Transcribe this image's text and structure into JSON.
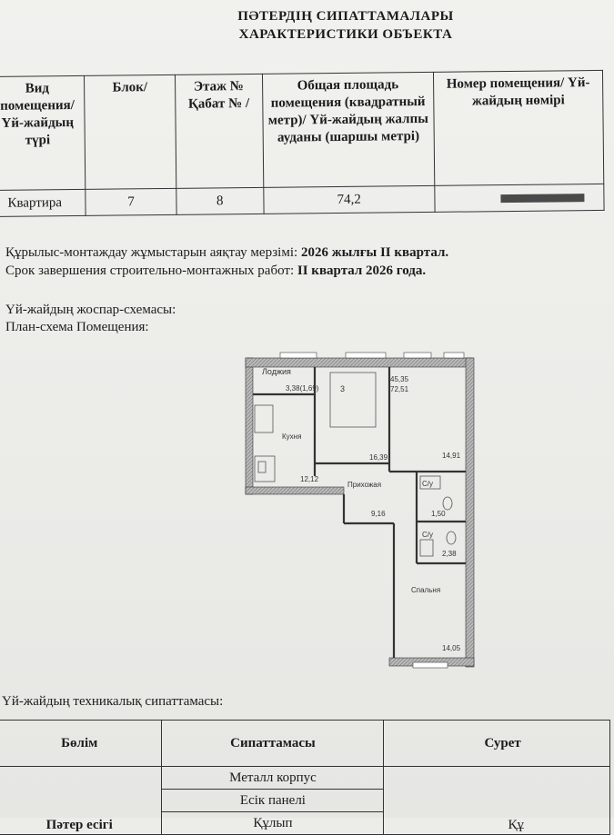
{
  "header": {
    "title_kz": "ПӘТЕРДІҢ СИПАТТАМАЛАРЫ",
    "title_ru": "ХАРАКТЕРИСТИКИ ОБЪЕКТА"
  },
  "object_table": {
    "headers": [
      "Вид помещения/ Үй-жайдың түрі",
      "Блок/",
      "Этаж № Қабат № /",
      "Общая площадь помещения (квадратный метр)/ Үй-жайдың жалпы ауданы (шаршы метрі)",
      "Номер помещения/ Үй-жайдың нөмірі"
    ],
    "row": [
      "Квартира",
      "7",
      "8",
      "74,2",
      ""
    ]
  },
  "deadline": {
    "kz_prefix": "Құрылыс-монтаждау жұмыстарын аяқтау мерзімі: ",
    "kz_value": "2026 жылғы II квартал.",
    "ru_prefix": "Срок завершения строительно-монтажных работ: ",
    "ru_value": "II квартал 2026 года."
  },
  "plan": {
    "label_kz": "Үй-жайдың жоспар-схемасы:",
    "label_ru": "План-схема Помещения:",
    "rooms": {
      "loggia": "Лоджия",
      "loggia_area": "3,38(1,69)",
      "kitchen": "Кухня",
      "kitchen_area": "12,12",
      "living_area": "16,39",
      "room_area": "14,91",
      "hall": "Прихожая",
      "hall_area": "9,16",
      "bath1": "С/у",
      "bath1_area": "1,50",
      "bath2": "С/у",
      "bath2_area": "2,38",
      "bedroom": "Спальня",
      "bedroom_area": "14,05",
      "rooms_count": "3",
      "living_total": "45,35",
      "total": "72,51"
    }
  },
  "tech": {
    "label": "Үй-жайдың техникалық сипаттамасы:",
    "headers": [
      "Бөлім",
      "Сипаттамасы",
      "Сурет"
    ],
    "section": "Пәтер есігі",
    "items": [
      "Металл корпус",
      "Есік панелі",
      "Құлып"
    ],
    "trail": "Құ"
  }
}
